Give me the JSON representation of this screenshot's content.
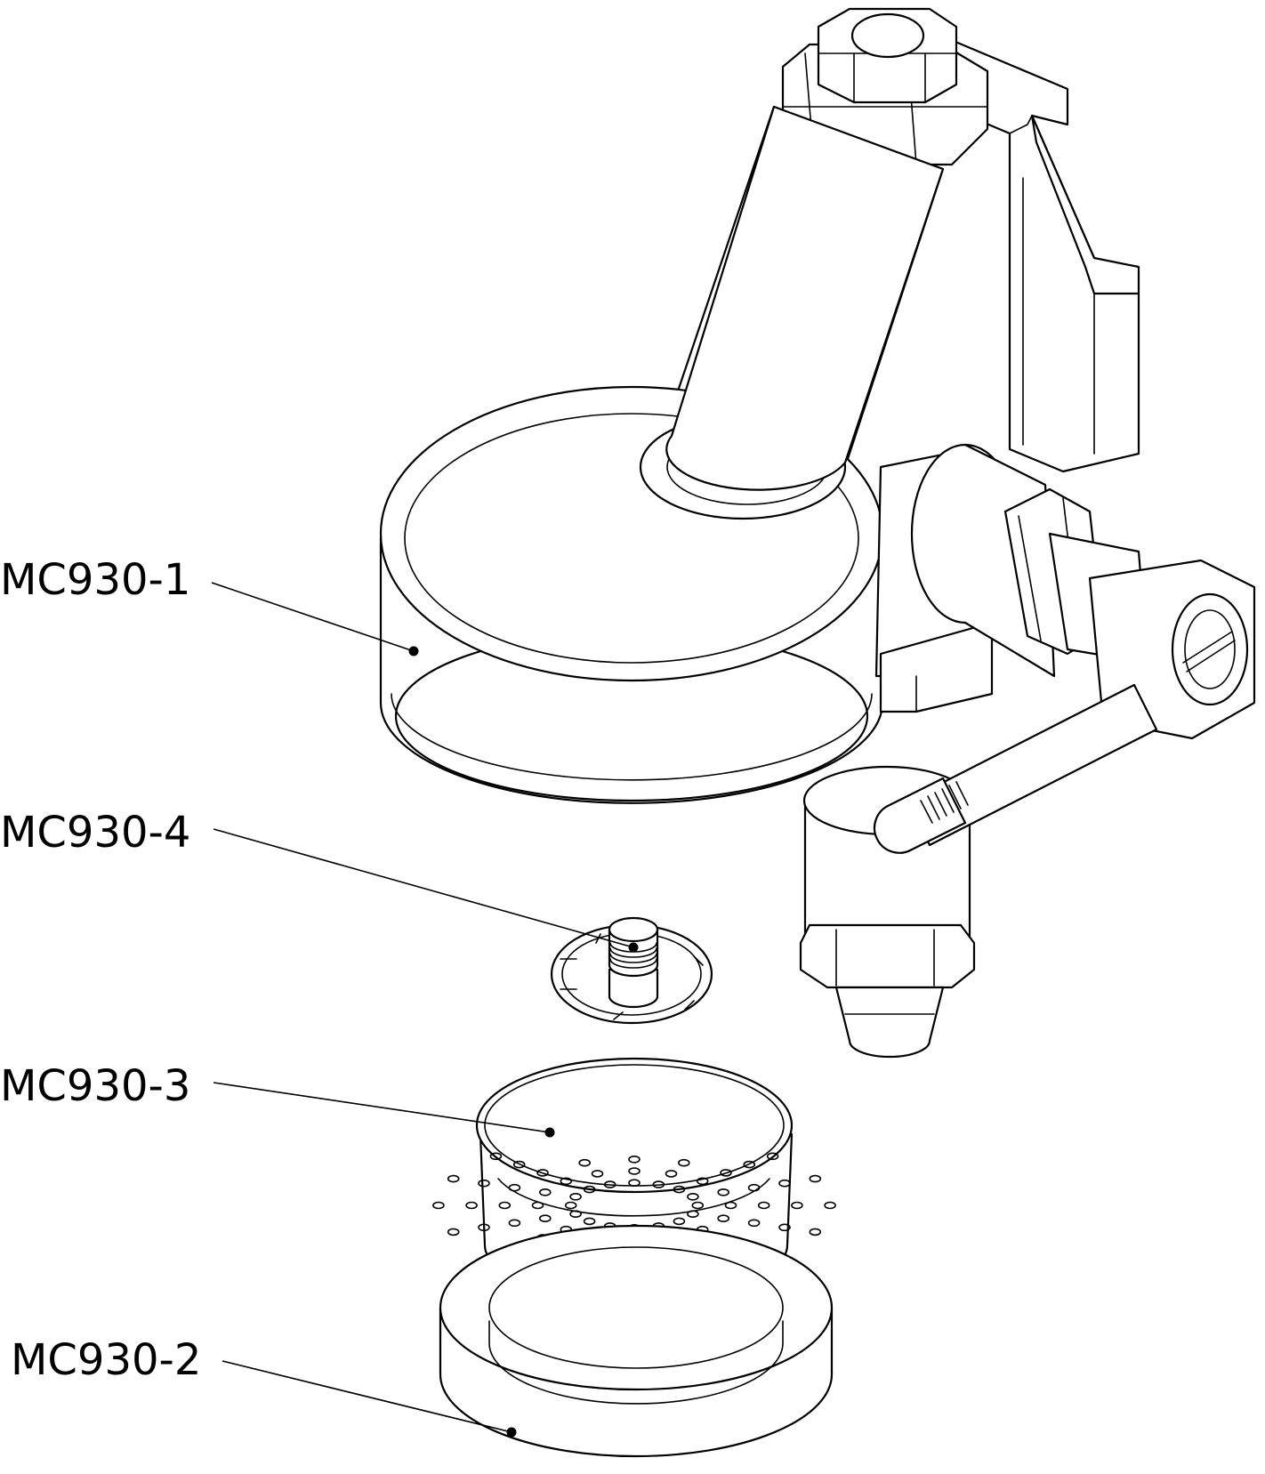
{
  "callouts": [
    {
      "id": "mc930-1",
      "label": "MC930-1"
    },
    {
      "id": "mc930-4",
      "label": "MC930-4"
    },
    {
      "id": "mc930-3",
      "label": "MC930-3"
    },
    {
      "id": "mc930-2",
      "label": "MC930-2"
    }
  ],
  "colors": {
    "line": "#000000",
    "background": "#ffffff"
  }
}
